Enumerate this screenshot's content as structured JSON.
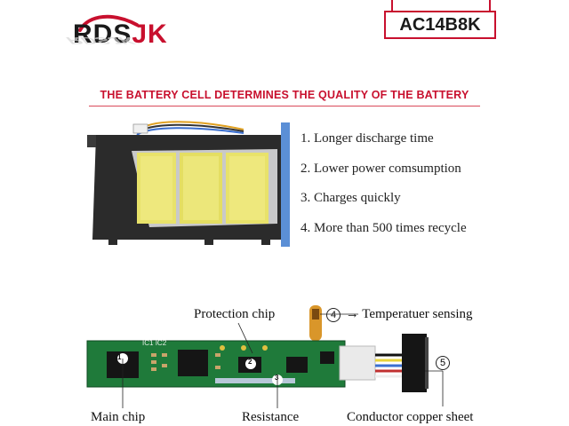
{
  "brand": {
    "logo_text_main": "RDS",
    "logo_text_accent": "JK"
  },
  "model": {
    "label": "AC14B8K"
  },
  "heading": {
    "text": "THE BATTERY CELL DETERMINES THE QUALITY OF THE BATTERY"
  },
  "features": [
    "1. Longer discharge time",
    "2. Lower power comsumption",
    "3. Charges quickly",
    "4. More than 500 times recycle"
  ],
  "pcm": {
    "protection_chip": "Protection chip",
    "temperature_num": "4",
    "temperature_label": "Temperatuer sensing",
    "conductor_num": "5",
    "main_chip": "Main chip",
    "resistance": "Resistance",
    "conductor_label": "Conductor copper sheet",
    "board_markers": [
      "1",
      "2",
      "3"
    ],
    "silk_ic1": "IC1",
    "silk_ic2": "IC2"
  },
  "colors": {
    "accent": "#c8102e",
    "board": "#1f7a3a",
    "cell_yellow": "#e8e26a",
    "blue_strip": "#5b8fd6"
  },
  "icons": [
    "logo-swoosh-icon",
    "arrow-right-icon"
  ]
}
